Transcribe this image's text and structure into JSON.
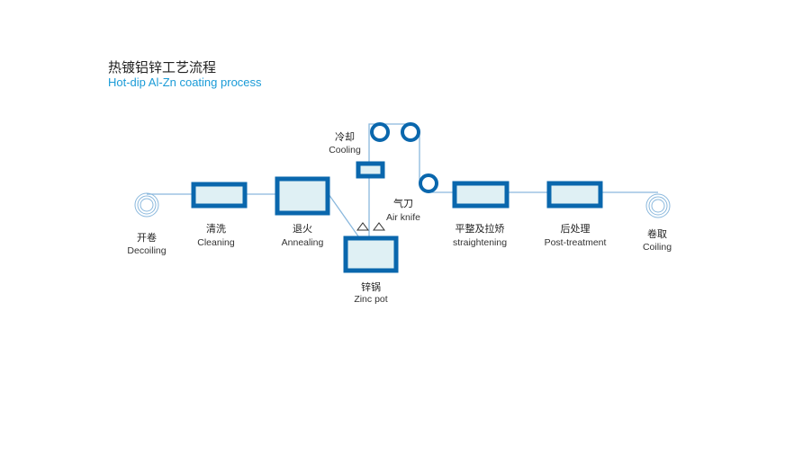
{
  "title": "热镀铝锌工艺流程",
  "subtitle": "Hot-dip Al-Zn coating process",
  "colors": {
    "equipment": "#0a67ad",
    "fill": "#dff0f4",
    "strip": "#8ab8dd",
    "subtitle": "#1a9bd7"
  },
  "stages": {
    "decoiling": {
      "zh": "开卷",
      "en": "Decoiling"
    },
    "cleaning": {
      "zh": "清洗",
      "en": "Cleaning"
    },
    "annealing": {
      "zh": "退火",
      "en": "Annealing"
    },
    "cooling": {
      "zh": "冷却",
      "en": "Cooling"
    },
    "air_knife": {
      "zh": "气刀",
      "en": "Air knife"
    },
    "zinc_pot": {
      "zh": "锌锅",
      "en": "Zinc pot"
    },
    "straightening": {
      "zh": "平整及拉矫",
      "en": "straightening"
    },
    "post_treatment": {
      "zh": "后处理",
      "en": "Post-treatment"
    },
    "coiling": {
      "zh": "卷取",
      "en": "Coiling"
    }
  }
}
